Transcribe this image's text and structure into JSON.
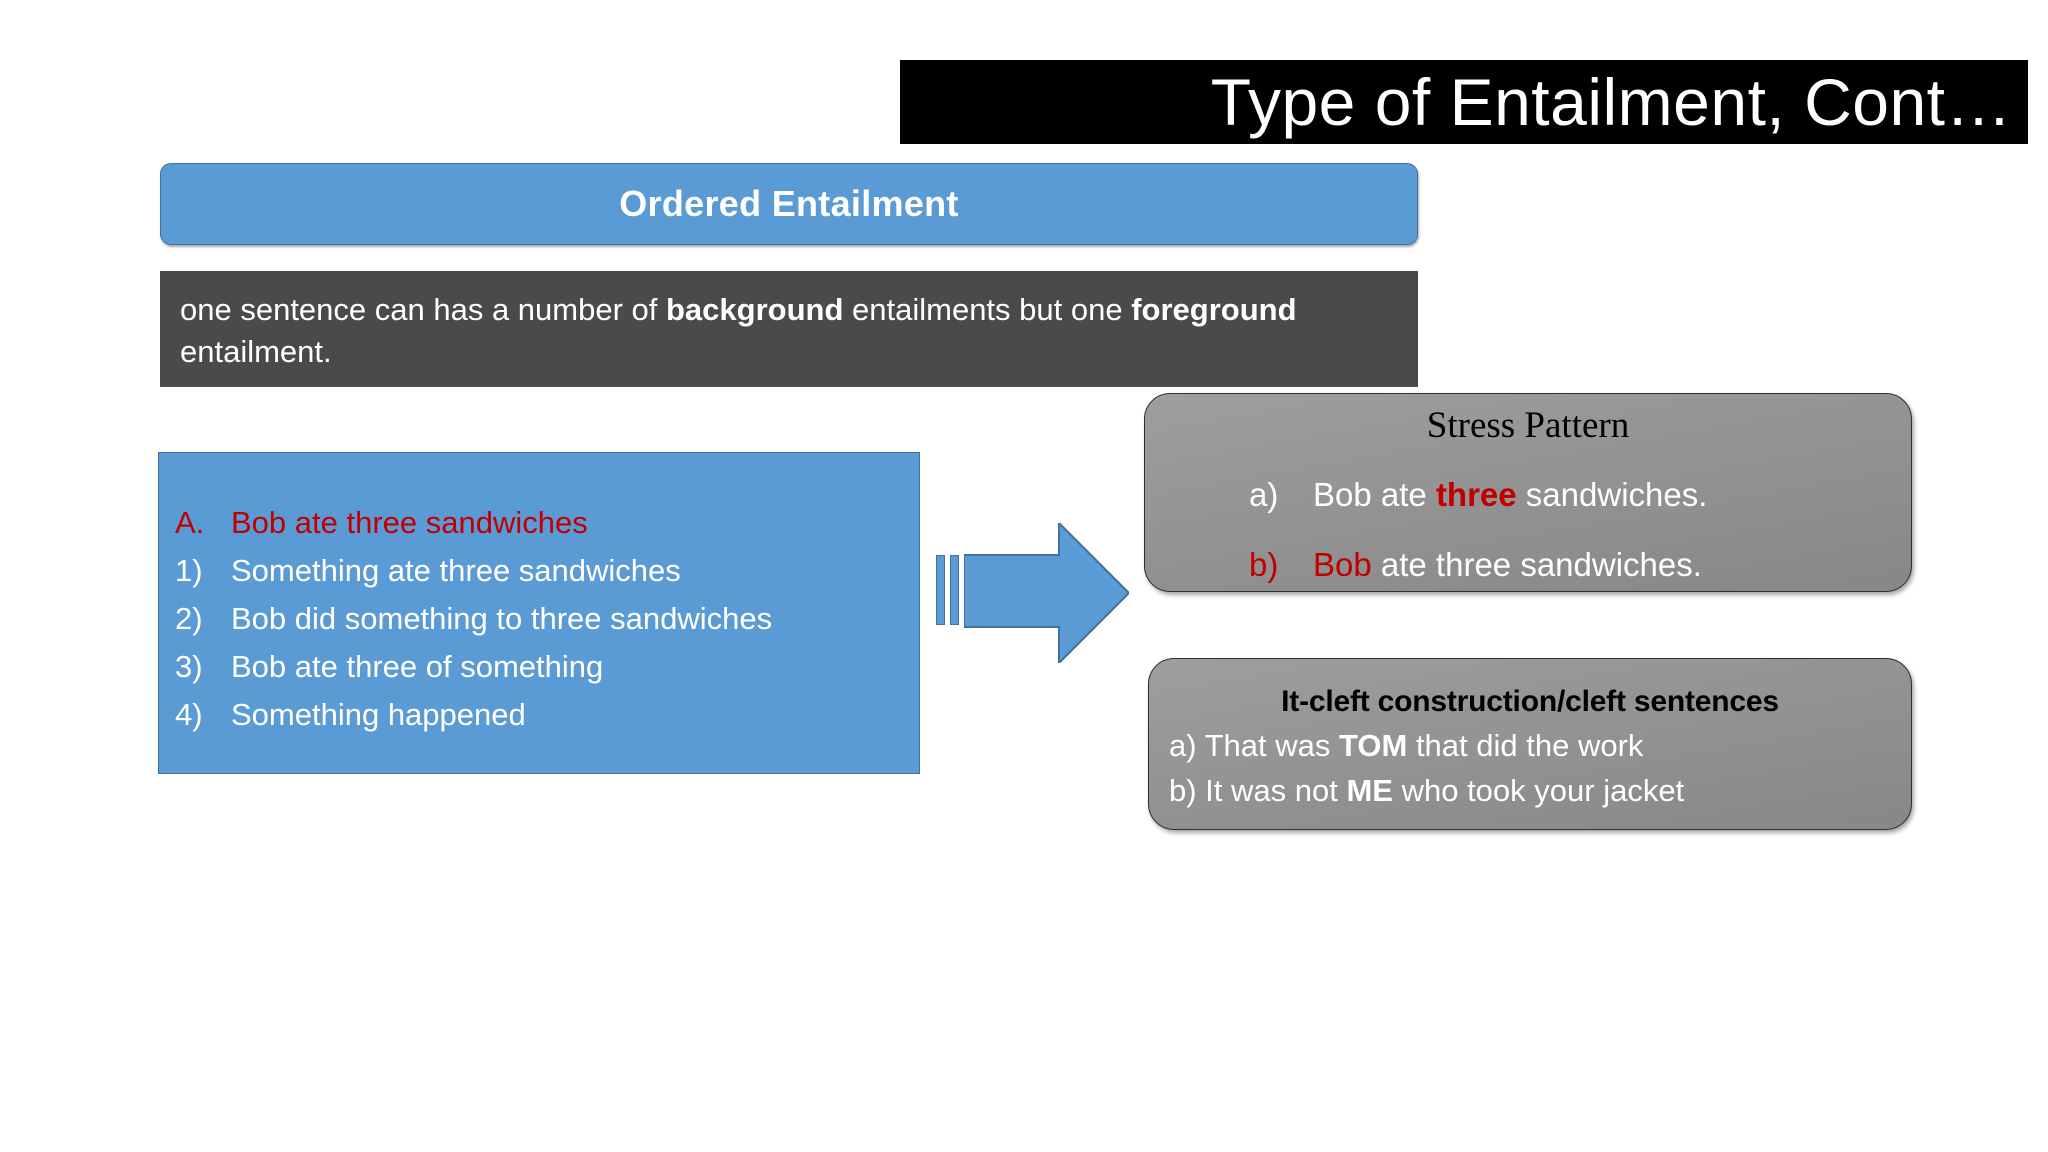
{
  "slide": {
    "title": "Type of Entailment,  Cont…",
    "banner_label": "Ordered Entailment"
  },
  "description": {
    "prefix": "one sentence can has a number of ",
    "bold1": "background",
    "middle": " entailments but one ",
    "bold2": "foreground",
    "suffix": " entailment."
  },
  "entailment_list": {
    "items": [
      {
        "marker": "A.",
        "text": "Bob ate three sandwiches",
        "highlight": true
      },
      {
        "marker": "1)",
        "text": "Something ate three sandwiches",
        "highlight": false
      },
      {
        "marker": "2)",
        "text": "Bob did something to three sandwiches",
        "highlight": false
      },
      {
        "marker": "3)",
        "text": "Bob ate three of something",
        "highlight": false
      },
      {
        "marker": "4)",
        "text": "Something happened",
        "highlight": false
      }
    ]
  },
  "arrow": {
    "icon": "right-arrow-icon",
    "color": "#5b9bd5"
  },
  "stress_pattern": {
    "title": "Stress Pattern",
    "items": [
      {
        "marker": "a)",
        "marker_red": false,
        "before": "Bob ate ",
        "emphasis": "three",
        "emphasis_red": true,
        "after": " sandwiches."
      },
      {
        "marker": "b)",
        "marker_red": true,
        "before": "",
        "emphasis": "Bob",
        "emphasis_red": true,
        "after": " ate three sandwiches."
      }
    ]
  },
  "it_cleft": {
    "title": "It-cleft construction/cleft sentences",
    "items": [
      {
        "before": "a) That was ",
        "bold": "TOM",
        "after": " that did the work"
      },
      {
        "before": "b) It was not ",
        "bold": "ME",
        "after": " who took your jacket"
      }
    ]
  },
  "colors": {
    "accent_blue": "#5b9bd5",
    "blue_border": "#41719c",
    "dark_grey": "#4a4a48",
    "grey_box_top": "#9e9e9e",
    "grey_box_bottom": "#878787",
    "red": "#c00000",
    "black": "#000000",
    "white": "#ffffff"
  }
}
